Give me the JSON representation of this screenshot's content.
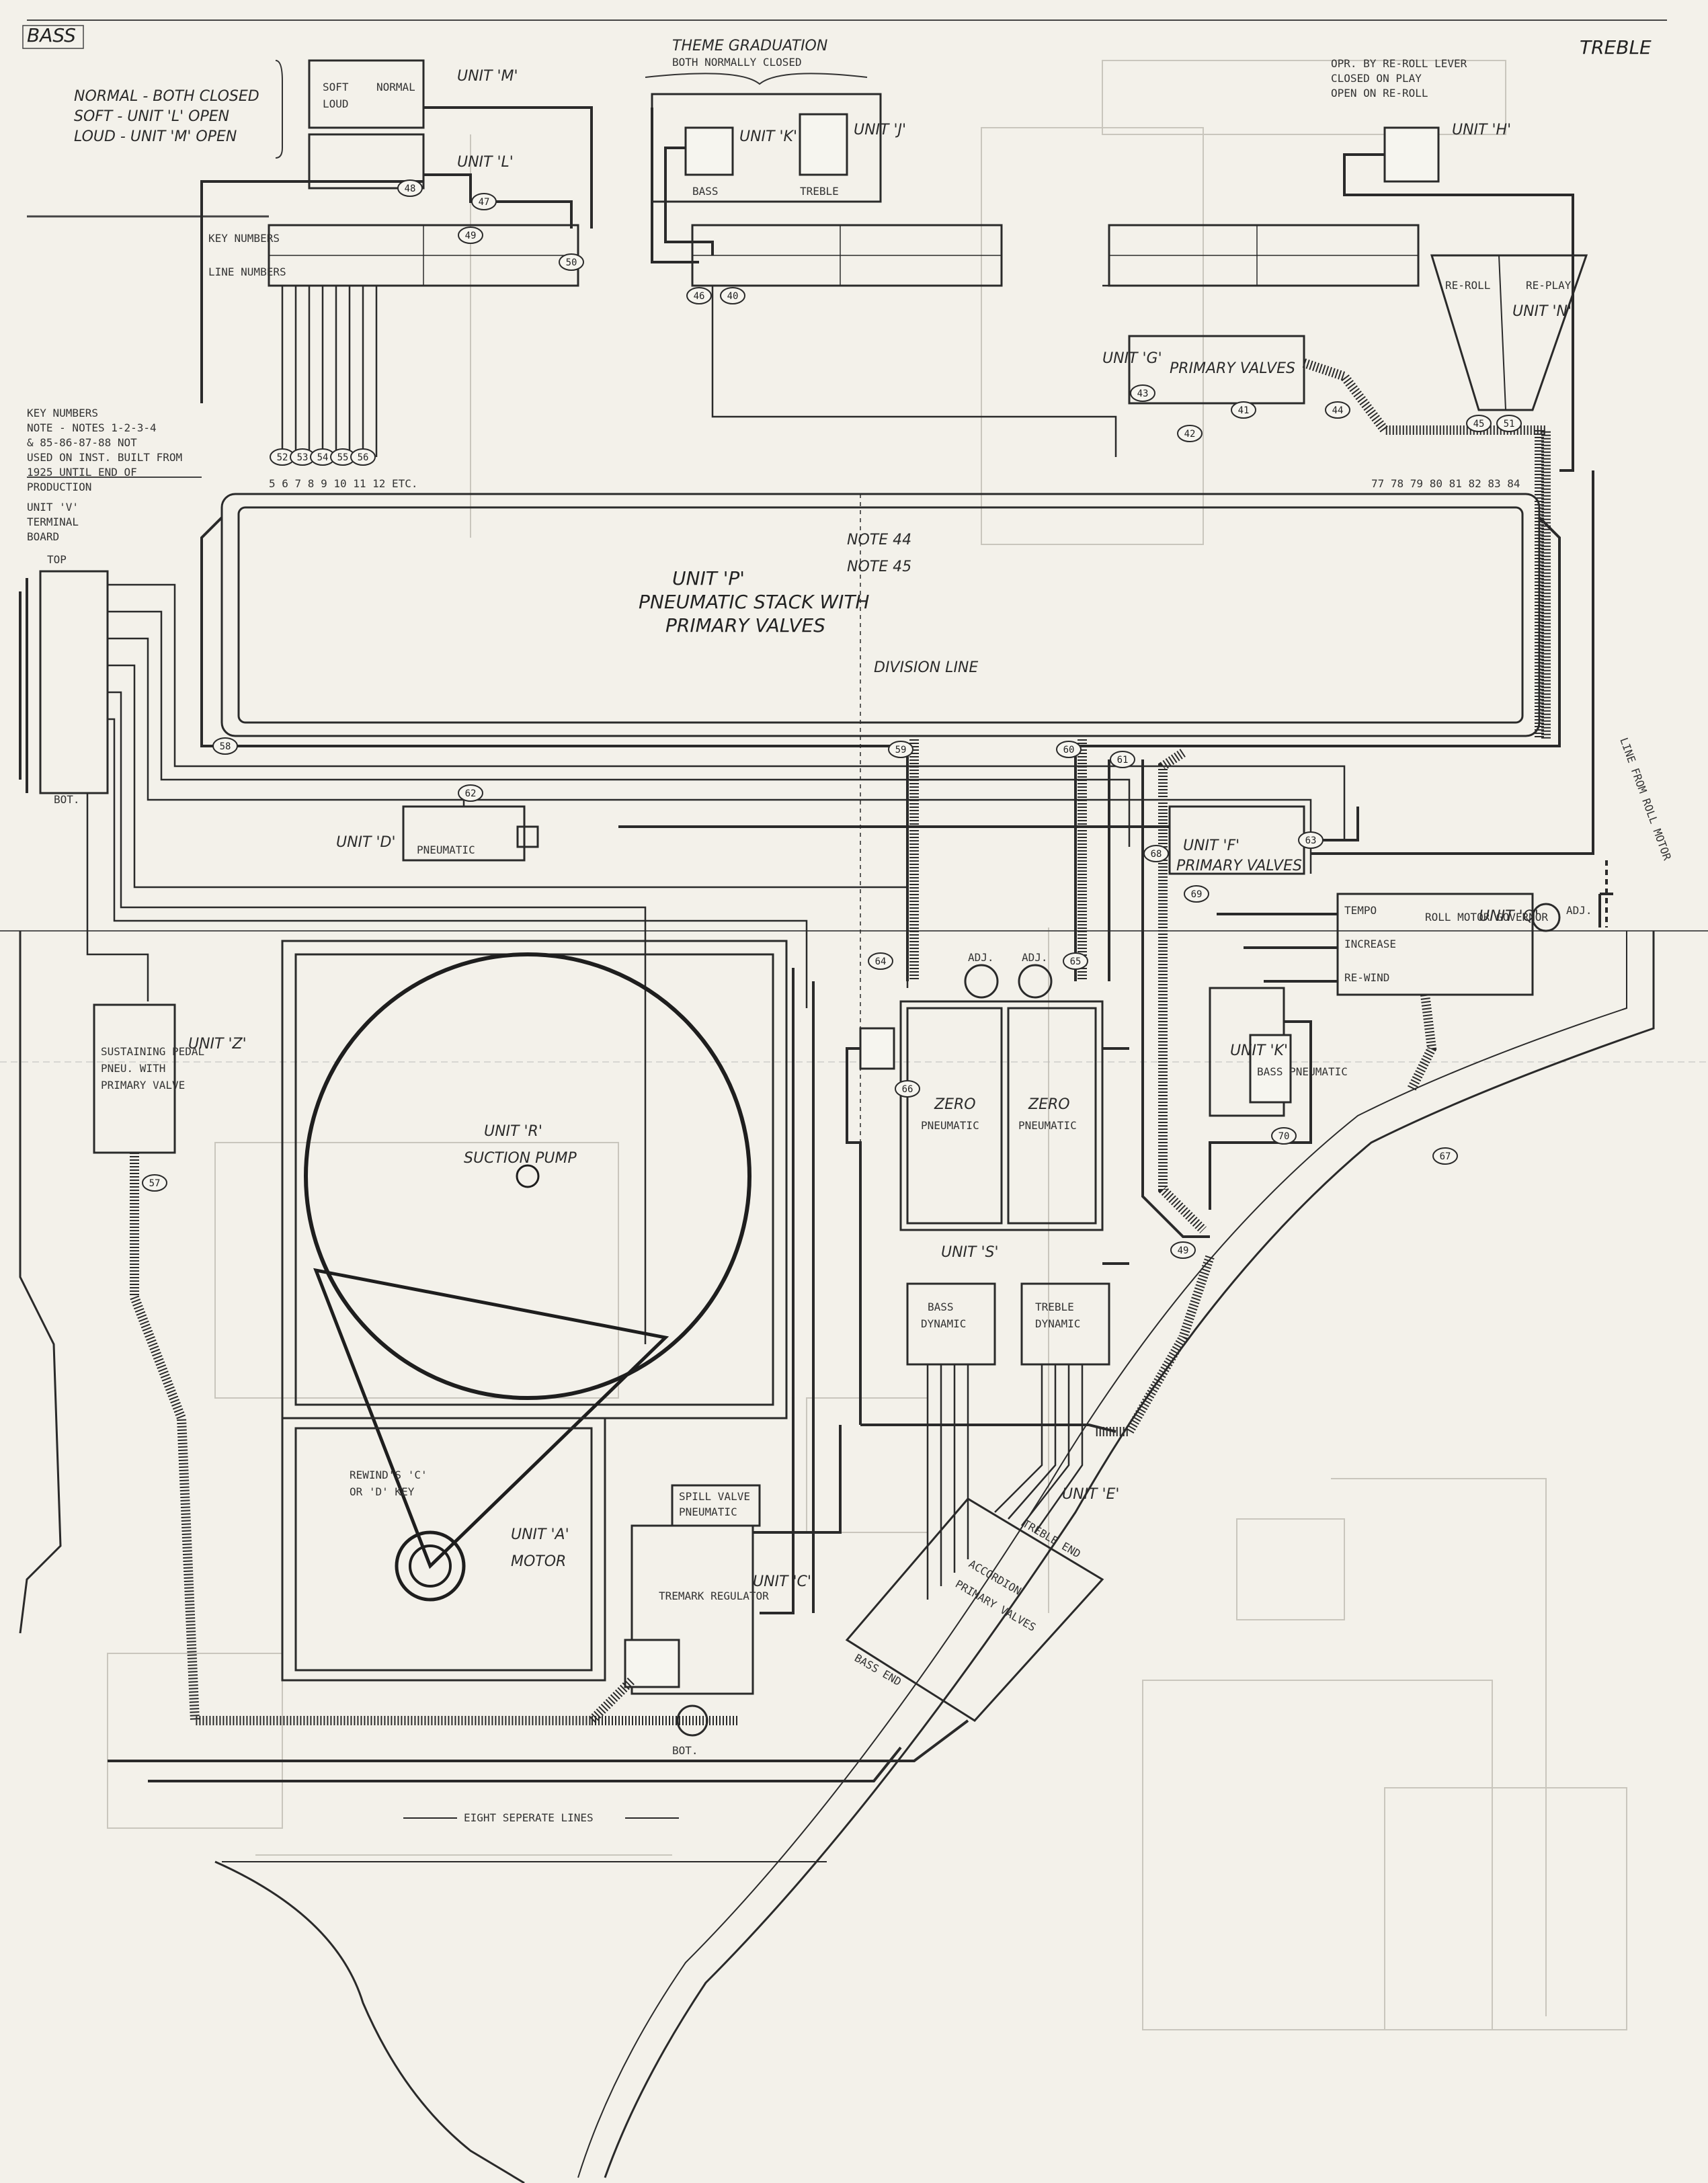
{
  "corner_labels": {
    "bass": "BASS",
    "treble": "TREBLE"
  },
  "notes": {
    "loud_soft": [
      "NORMAL - BOTH CLOSED",
      "SOFT - UNIT 'L' OPEN",
      "LOUD - UNIT 'M' OPEN"
    ],
    "theme": [
      "THEME GRADUATION",
      "BOTH NORMALLY CLOSED"
    ],
    "reroll": [
      "OPR. BY RE-ROLL LEVER",
      "CLOSED ON PLAY",
      "OPEN ON RE-ROLL"
    ],
    "key_numbers": [
      "KEY NUMBERS",
      "NOTE - NOTES 1-2-3-4",
      "& 85-86-87-88 NOT",
      "USED ON INST. BUILT FROM",
      "1925 UNTIL END OF",
      "PRODUCTION"
    ],
    "terminal_board": [
      "UNIT 'V'",
      "TERMINAL",
      "BOARD"
    ]
  },
  "units": {
    "m": "UNIT 'M'",
    "l": "UNIT 'L'",
    "k": "UNIT 'K'",
    "j": "UNIT 'J'",
    "h": "UNIT 'H'",
    "n": "UNIT 'N'",
    "g": "UNIT 'G'",
    "p": "UNIT 'P'",
    "p_desc": [
      "PNEUMATIC STACK WITH",
      "PRIMARY VALVES"
    ],
    "d": "UNIT 'D'",
    "d_desc": "PNEUMATIC",
    "f": "UNIT 'F'",
    "f_desc": "PRIMARY VALVES",
    "q": "UNIT 'Q'",
    "q_desc": "ROLL MOTOR GOVERNOR",
    "r": "UNIT 'R'",
    "r_desc": "SUCTION PUMP",
    "s": "UNIT 'S'",
    "e": "UNIT 'E'",
    "c": "UNIT 'C'",
    "c_desc": "TREMARK REGULATOR",
    "a": "UNIT 'A'",
    "a_desc": "MOTOR",
    "z": "UNIT 'Z'",
    "z_desc": [
      "SUSTAINING PEDAL",
      "PNEU. WITH",
      "PRIMARY VALVE"
    ],
    "k_lower": "UNIT 'K'",
    "k_lower_desc": "BASS PNEUMATIC"
  },
  "small_labels": {
    "soft": "SOFT",
    "loud": "LOUD",
    "normal": "NORMAL",
    "bass": "BASS",
    "treble": "TREBLE",
    "re_roll": "RE-ROLL",
    "re_play": "RE-PLAY",
    "top": "TOP",
    "bot": "BOT.",
    "adj1": "ADJ.",
    "adj2": "ADJ.",
    "adj3": "ADJ.",
    "tempo": "TEMPO",
    "increase": "INCREASE",
    "re_wind": "RE-WIND",
    "zero_pneu_1": [
      "ZERO",
      "PNEUMATIC"
    ],
    "zero_pneu_2": [
      "ZERO",
      "PNEUMATIC"
    ],
    "bass_dynamic": [
      "BASS",
      "DYNAMIC"
    ],
    "treble_dynamic": [
      "TREBLE",
      "DYNAMIC"
    ],
    "accordion": [
      "ACCORDION",
      "PRIMARY VALVES"
    ],
    "treble_end": "TREBLE END",
    "bass_end": "BASS END",
    "spill_valve": [
      "SPILL VALVE",
      "PNEUMATIC"
    ],
    "rewind_note": [
      "REWIND'S 'C'",
      "OR 'D' KEY"
    ],
    "note_44": "NOTE 44",
    "note_45": "NOTE 45",
    "division_line": "DIVISION LINE",
    "eight_seperate": "EIGHT SEPERATE LINES",
    "line_roll_motor": "LINE FROM ROLL MOTOR",
    "key_row_label": "KEY NUMBERS",
    "line_row_label": "LINE NUMBERS",
    "stack_left_numbers": "5 6 7 8 9 10 11 12 ETC.",
    "stack_right_numbers": "77 78 79 80 81 82 83 84"
  },
  "tube_tags": [
    "47",
    "48",
    "49",
    "50",
    "46",
    "40",
    "41",
    "42",
    "43",
    "44",
    "45",
    "51",
    "52",
    "53",
    "54",
    "55",
    "56",
    "58",
    "59",
    "60",
    "61",
    "62",
    "63",
    "64",
    "65",
    "66",
    "67",
    "68",
    "69",
    "70",
    "57",
    "49"
  ],
  "colors": {
    "ink": "#2a2a2a",
    "paper": "#f3f1ea",
    "faint": "#c9c6bd"
  }
}
